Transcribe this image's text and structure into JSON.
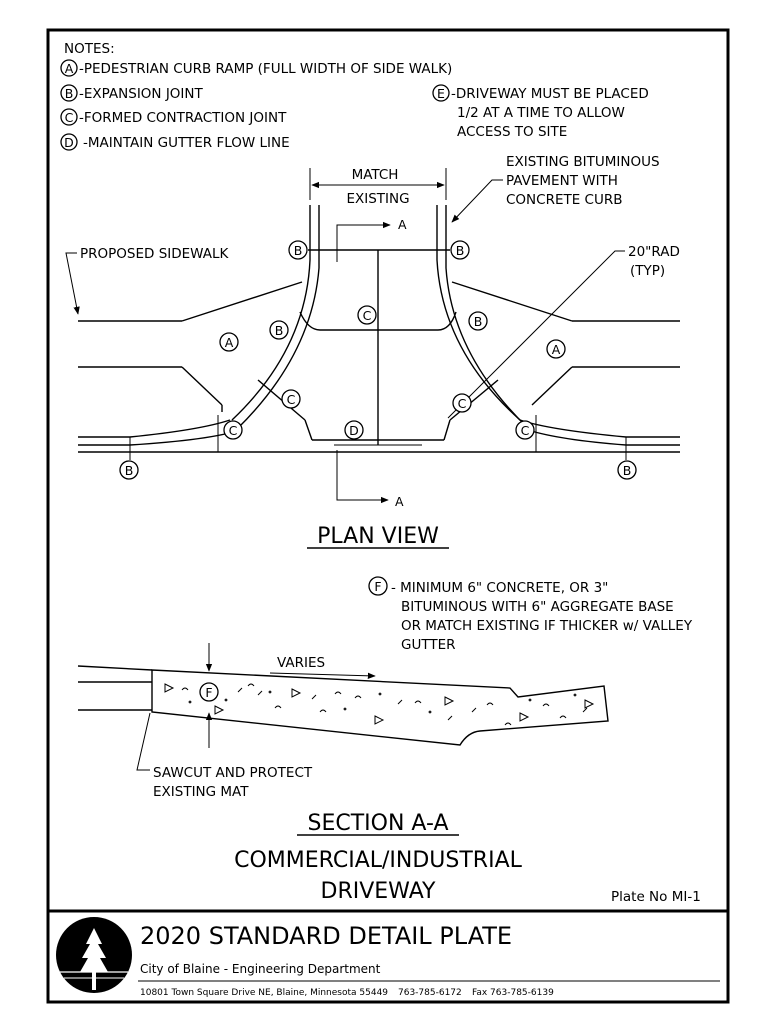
{
  "notes": {
    "heading": "NOTES:",
    "a": "-PEDESTRIAN CURB RAMP (FULL WIDTH OF SIDE WALK)",
    "b": "-EXPANSION JOINT",
    "c": "-FORMED CONTRACTION JOINT",
    "d": "-MAINTAIN GUTTER FLOW LINE",
    "e_line1": "-DRIVEWAY MUST BE PLACED",
    "e_line2": "1/2 AT A TIME TO ALLOW",
    "e_line3": "ACCESS TO SITE"
  },
  "markers": {
    "a": "A",
    "b": "B",
    "c": "C",
    "d": "D",
    "e": "E",
    "f": "F"
  },
  "plan": {
    "match_line1": "MATCH",
    "match_line2": "EXISTING",
    "existing_line1": "EXISTING BITUMINOUS",
    "existing_line2": "PAVEMENT WITH",
    "existing_line3": "CONCRETE CURB",
    "proposed_sidewalk": "PROPOSED SIDEWALK",
    "rad_line1": "20\"RAD",
    "rad_line2": "(TYP)",
    "section_letter": "A",
    "title": "PLAN VIEW"
  },
  "section": {
    "f_line1": "- MINIMUM 6\" CONCRETE, OR 3\"",
    "f_line2": "BITUMINOUS WITH 6\" AGGREGATE BASE",
    "f_line3": "OR MATCH EXISTING IF THICKER w/ VALLEY",
    "f_line4": "GUTTER",
    "varies": "VARIES",
    "sawcut_line1": "SAWCUT AND PROTECT",
    "sawcut_line2": "EXISTING MAT",
    "title": "SECTION A-A"
  },
  "drawing_title_line1": "COMMERCIAL/INDUSTRIAL",
  "drawing_title_line2": "DRIVEWAY",
  "plate_no": "Plate No MI-1",
  "title_block": {
    "title": "2020 STANDARD DETAIL PLATE",
    "department": "City of Blaine - Engineering Department",
    "address": "10801 Town Square Drive NE, Blaine, Minnesota 55449",
    "phone": "763-785-6172",
    "fax": "Fax 763-785-6139"
  }
}
